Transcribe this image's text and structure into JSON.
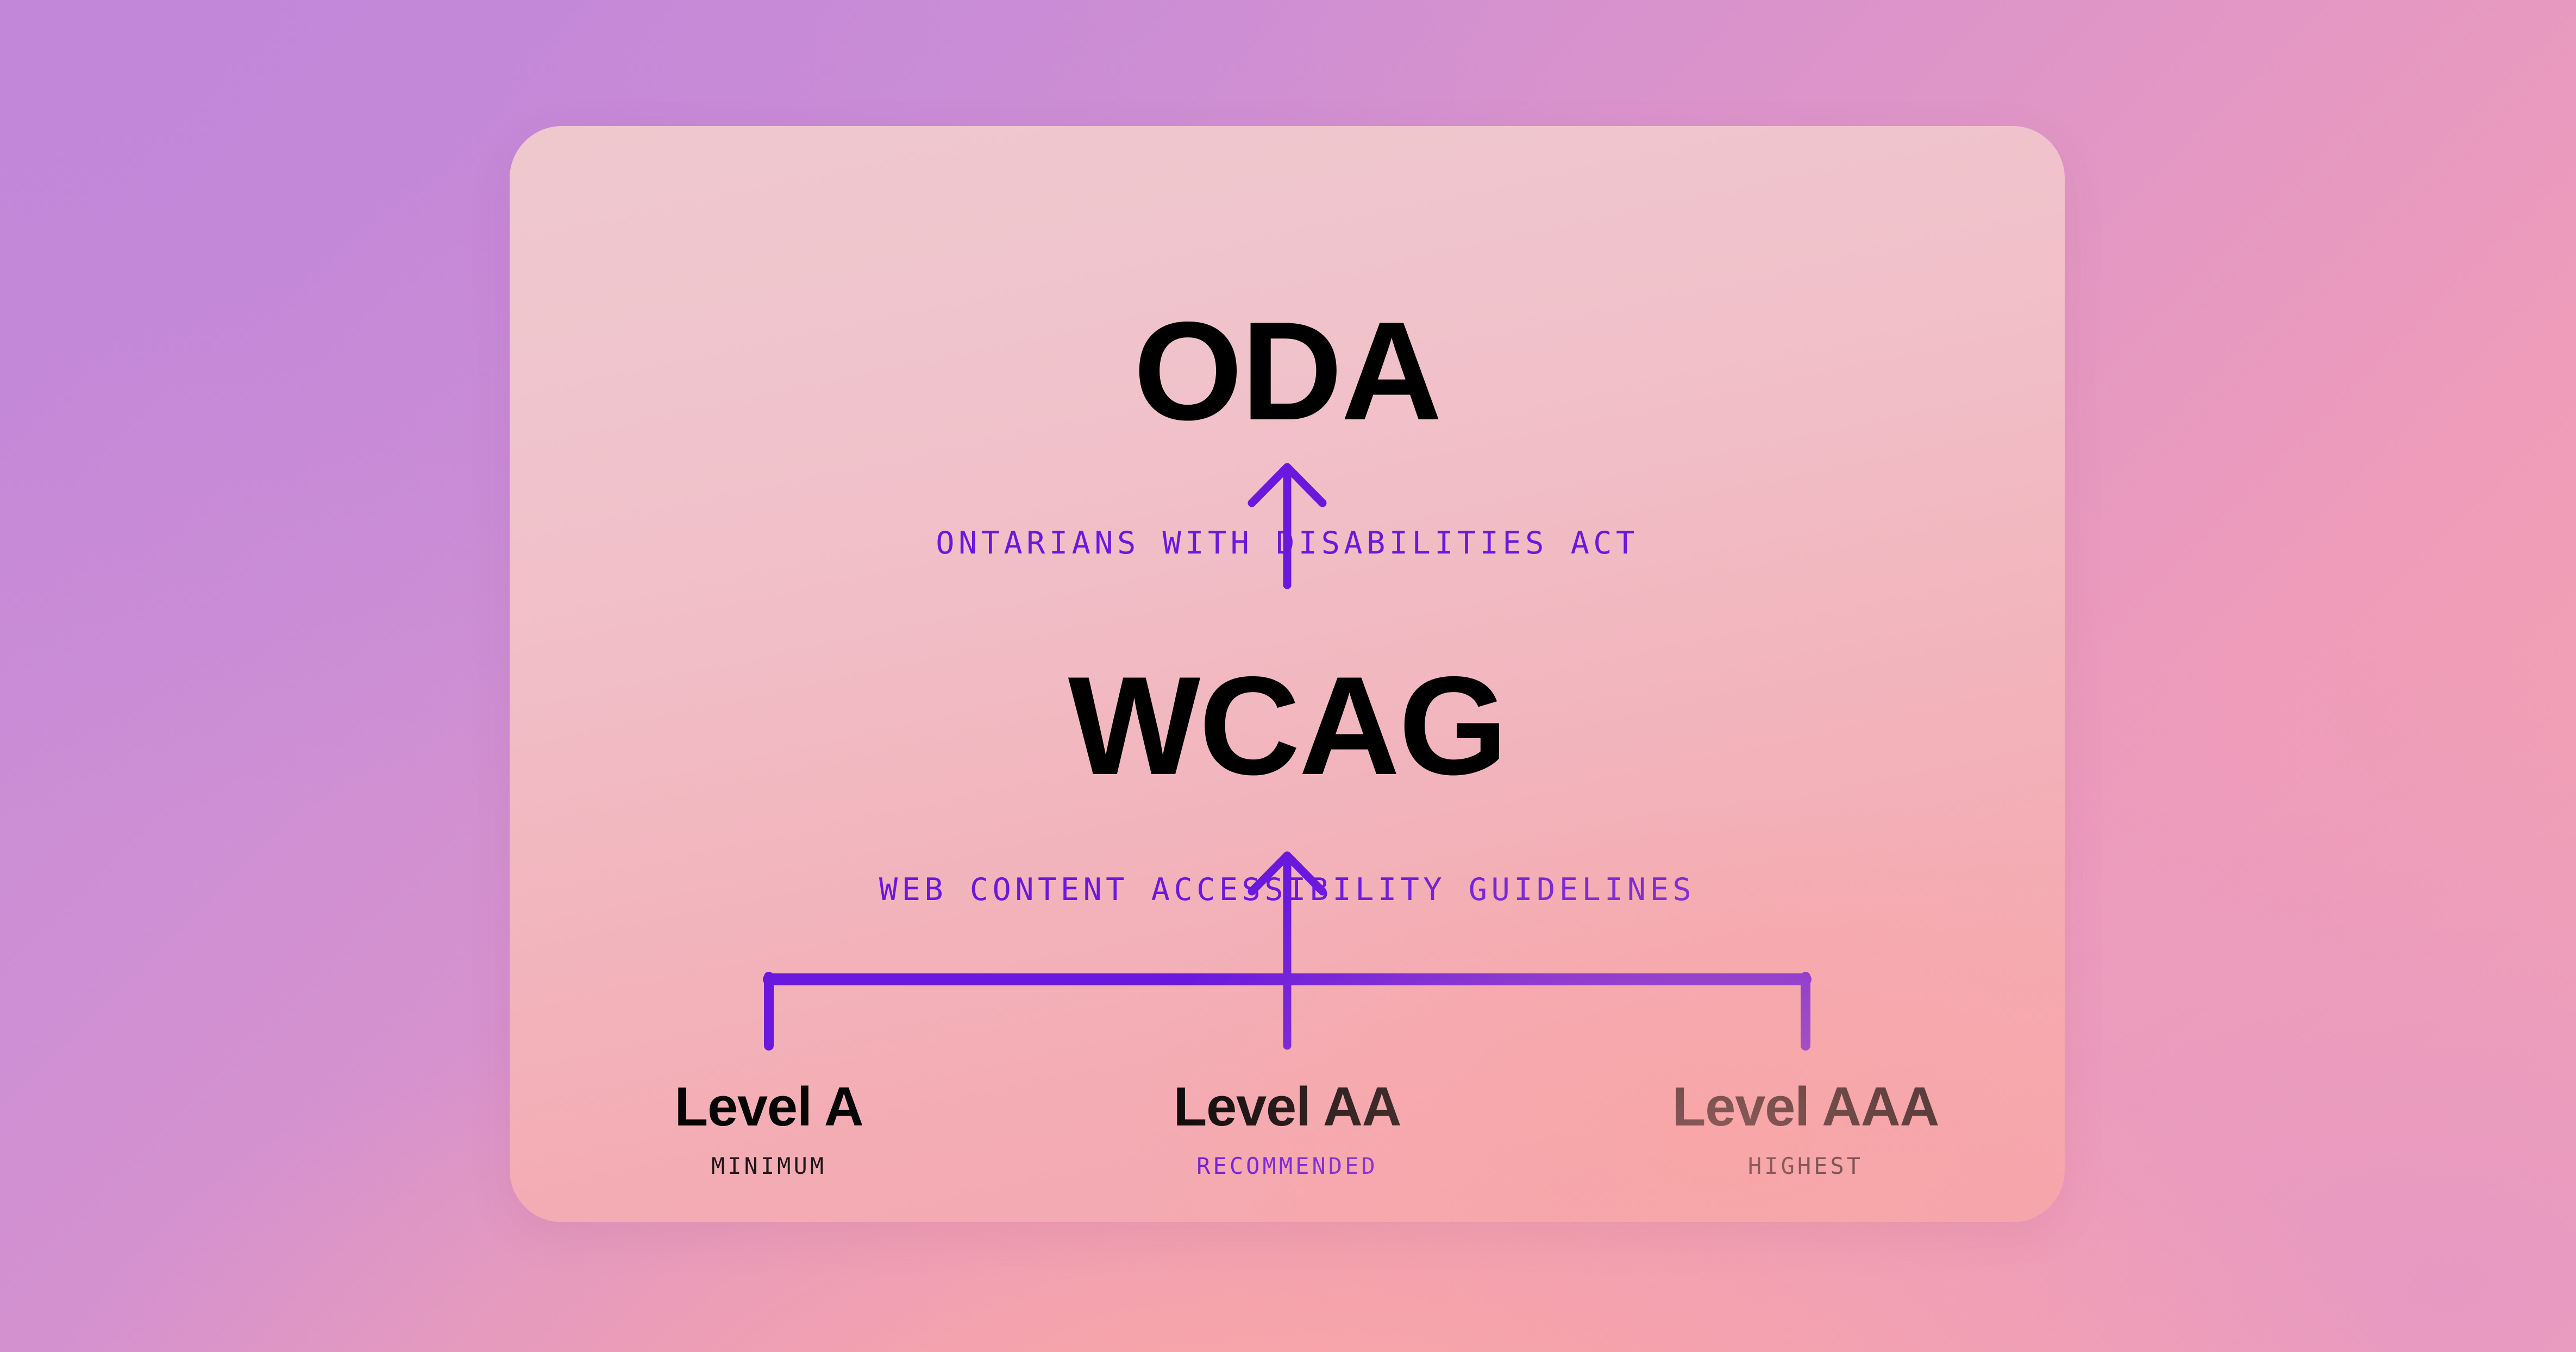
{
  "diagram": {
    "title_hierarchy": [
      {
        "id": "oda",
        "heading": "ODA",
        "subtitle": "ONTARIANS WITH DISABILITIES ACT"
      },
      {
        "id": "wcag",
        "heading": "WCAG",
        "subtitle": "WEB CONTENT ACCESSIBILITY GUIDELINES"
      }
    ],
    "levels": [
      {
        "name": "Level A",
        "tag": "MINIMUM",
        "tag_style": "dark"
      },
      {
        "name": "Level AA",
        "tag": "RECOMMENDED",
        "tag_style": "accent"
      },
      {
        "name": "Level AAA",
        "tag": "HIGHEST",
        "tag_style": "dark"
      }
    ],
    "connectors": [
      {
        "name": "arrow-wcag-to-oda",
        "kind": "arrow-up"
      },
      {
        "name": "arrow-levels-to-wcag",
        "kind": "arrow-up"
      },
      {
        "name": "bracket-levels",
        "kind": "bracket-up"
      }
    ]
  },
  "colors": {
    "accent_purple": "#6A18DE",
    "heading_black": "#000000",
    "tag_dark": "#20181C",
    "card_top": "#EFC8CE",
    "card_bottom": "#F5A6AE",
    "bg_top_left": "#C287D9",
    "bg_top_right": "#D391CE",
    "bg_bottom_center": "#FBA7A4",
    "bg_bottom_right": "#E799C3"
  }
}
